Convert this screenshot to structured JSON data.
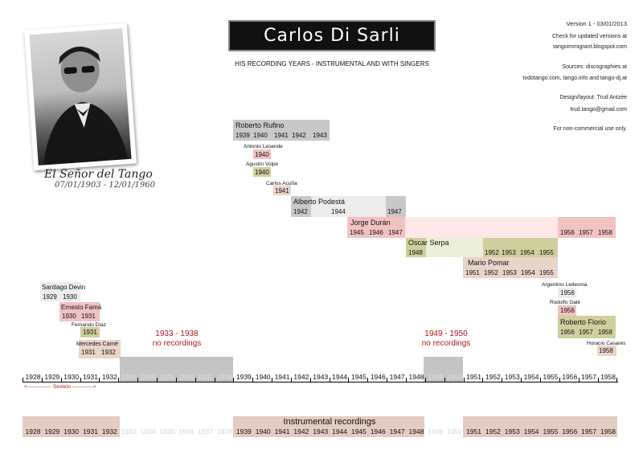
{
  "header": {
    "title": "Carlos Di Sarli",
    "subtitle": "HIS RECORDING YEARS - INSTRUMENTAL AND WITH SINGERS",
    "script_label": "El Señor del Tango",
    "life_dates": "07/01/1903 - 12/01/1960"
  },
  "info": {
    "version": "Version 1 - 03/01/2013",
    "check": "Check for updated versions at",
    "blog": "tangoimmigrant.blogspot.com",
    "sources_1": "Sources: discographies at",
    "sources_2": "todotango.com, tango.info and tango-dj.at",
    "design": "Design/layout: Trud Antzée",
    "email": "trud.tango@gmail.com",
    "license": "For non-commercial use only."
  },
  "singers": {
    "rufino": {
      "name": "Roberto Rufino",
      "years": [
        "1939",
        "1940",
        "1941",
        "1942",
        "1943"
      ]
    },
    "lesende": {
      "name": "Antonio Lesende",
      "years": [
        "1940"
      ]
    },
    "volpe": {
      "name": "Agustín Volpe",
      "years": [
        "1940"
      ]
    },
    "acuna": {
      "name": "Carlos Acuña",
      "years": [
        "1941"
      ]
    },
    "podesta": {
      "name": "Alberto Podestá",
      "years": [
        "1942",
        "1944",
        "1947"
      ]
    },
    "duran": {
      "name": "Jorge Durán",
      "years": [
        "1945",
        "1946",
        "1947",
        "1956",
        "1957",
        "1958"
      ]
    },
    "serpa": {
      "name": "Oscar Serpa",
      "years": [
        "1948",
        "1952",
        "1953",
        "1954",
        "1955"
      ]
    },
    "pomar": {
      "name": "Mario Pomar",
      "years": [
        "1951",
        "1952",
        "1953",
        "1954",
        "1955"
      ]
    },
    "devin": {
      "name": "Santiago Devin",
      "years": [
        "1929",
        "1930"
      ]
    },
    "fama": {
      "name": "Ernesto Famá",
      "years": [
        "1930",
        "1931"
      ]
    },
    "diaz": {
      "name": "Fernando Díaz",
      "years": [
        "1931"
      ]
    },
    "carne": {
      "name": "Mercedes Carné",
      "years": [
        "1931",
        "1932"
      ]
    },
    "ledesma": {
      "name": "Argentino Ledesma",
      "years": [
        "1956"
      ]
    },
    "gale": {
      "name": "Rodolfo Galé",
      "years": [
        "1956"
      ]
    },
    "florio": {
      "name": "Roberto Florio",
      "years": [
        "1956",
        "1957",
        "1958"
      ]
    },
    "casares": {
      "name": "Horacio Casares",
      "years": [
        "1958"
      ]
    }
  },
  "gaps": [
    {
      "range": "1933 - 1938",
      "note": "no recordings"
    },
    {
      "range": "1949 - 1950",
      "note": "no recordings"
    }
  ],
  "timeline": {
    "years": [
      "1928",
      "1929",
      "1930",
      "1931",
      "1932",
      "1933",
      "1934",
      "1935",
      "1936",
      "1937",
      "1938",
      "1939",
      "1940",
      "1941",
      "1942",
      "1943",
      "1944",
      "1945",
      "1946",
      "1947",
      "1948",
      "1949",
      "1950",
      "1951",
      "1952",
      "1953",
      "1954",
      "1955",
      "1956",
      "1957",
      "1958"
    ],
    "sexteto_label": "<-------------- Sexteto ------------>"
  },
  "instrumental": {
    "label": "Instrumental recordings",
    "years": [
      "1928",
      "1929",
      "1930",
      "1931",
      "1932",
      "1933",
      "1934",
      "1935",
      "1936",
      "1937",
      "1938",
      "1939",
      "1940",
      "1941",
      "1942",
      "1943",
      "1944",
      "1945",
      "1946",
      "1947",
      "1948",
      "1949",
      "1950",
      "1951",
      "1952",
      "1953",
      "1954",
      "1955",
      "1956",
      "1957",
      "1958"
    ]
  },
  "colors": {
    "accent_red": "#b01818",
    "gap_gray": "#c4c4c4"
  }
}
